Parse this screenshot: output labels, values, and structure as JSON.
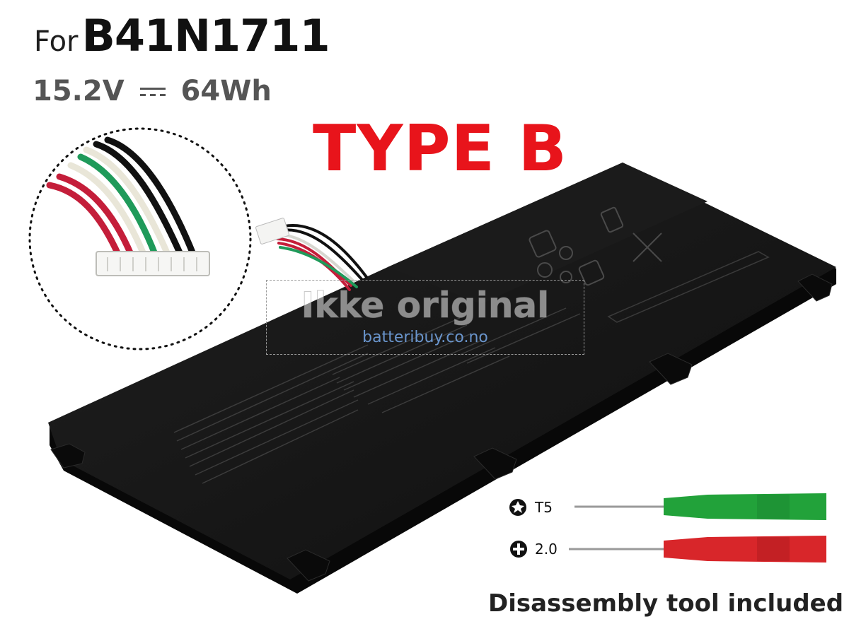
{
  "header": {
    "title_prefix": "For",
    "model": "B41N1711",
    "voltage": "15.2V",
    "capacity": "64Wh"
  },
  "type_label": "TYPE B",
  "watermark": {
    "text": "Ikke original",
    "url": "batteribuy.co.no"
  },
  "tools": [
    {
      "label": "T5",
      "handle_color": "#22a23a",
      "icon": "torx-icon"
    },
    {
      "label": "2.0",
      "handle_color": "#d8262a",
      "icon": "phillips-icon"
    }
  ],
  "footer": {
    "note": "Disassembly tool included"
  },
  "colors": {
    "accent_red": "#e8141b",
    "battery_body": "#161616"
  }
}
